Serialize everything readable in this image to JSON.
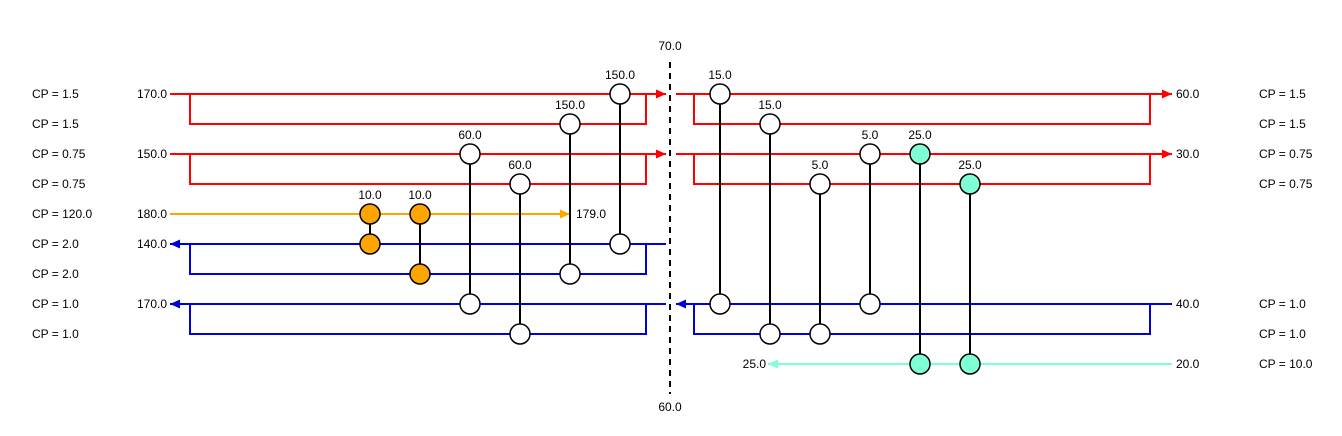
{
  "colors": {
    "hot": "#ff0000",
    "cold": "#0000dd",
    "utility_hot": "#ffa500",
    "utility_cold": "#7fffd4",
    "exchanger_neutral": "#ffffff",
    "pinch_line": "#000000"
  },
  "pinch": {
    "top_label": "70.0",
    "bottom_label": "60.0"
  },
  "left_cp_labels": [
    "CP = 1.5",
    "CP = 1.5",
    "CP = 0.75",
    "CP = 0.75",
    "CP = 120.0",
    "CP = 2.0",
    "CP = 2.0",
    "CP = 1.0",
    "CP = 1.0",
    ""
  ],
  "right_cp_labels": [
    "CP = 1.5",
    "CP = 1.5",
    "CP = 0.75",
    "CP = 0.75",
    "",
    "",
    "",
    "CP = 1.0",
    "CP = 1.0",
    "CP = 10.0"
  ],
  "streams": [
    {
      "kind": "hot",
      "side": "left",
      "in_label": "170.0",
      "rows": [
        0,
        1
      ]
    },
    {
      "kind": "hot",
      "side": "left",
      "in_label": "150.0",
      "rows": [
        2,
        3
      ]
    },
    {
      "kind": "utility_hot",
      "side": "left",
      "in_label": "180.0",
      "out_label": "179.0",
      "rows": [
        4
      ]
    },
    {
      "kind": "cold",
      "side": "left",
      "out_label": "140.0",
      "rows": [
        5,
        6
      ]
    },
    {
      "kind": "cold",
      "side": "left",
      "out_label": "170.0",
      "rows": [
        7,
        8
      ]
    },
    {
      "kind": "hot",
      "side": "right",
      "out_label": "60.0",
      "rows": [
        0,
        1
      ]
    },
    {
      "kind": "hot",
      "side": "right",
      "out_label": "30.0",
      "rows": [
        2,
        3
      ]
    },
    {
      "kind": "cold",
      "side": "right",
      "in_label": "40.0",
      "rows": [
        7,
        8
      ]
    },
    {
      "kind": "utility_cold",
      "side": "right",
      "in_label": "20.0",
      "out_label": "25.0",
      "rows": [
        9
      ]
    }
  ],
  "exchangers": [
    {
      "duty_label": "150.0",
      "rows": [
        0,
        5
      ],
      "fill": "exchanger_neutral"
    },
    {
      "duty_label": "150.0",
      "rows": [
        1,
        6
      ],
      "fill": "exchanger_neutral"
    },
    {
      "duty_label": "60.0",
      "rows": [
        2,
        7
      ],
      "fill": "exchanger_neutral"
    },
    {
      "duty_label": "60.0",
      "rows": [
        3,
        8
      ],
      "fill": "exchanger_neutral"
    },
    {
      "duty_label": "10.0",
      "rows": [
        4,
        6
      ],
      "fill": "utility_hot"
    },
    {
      "duty_label": "10.0",
      "rows": [
        4,
        5
      ],
      "fill": "utility_hot"
    },
    {
      "duty_label": "15.0",
      "rows": [
        0,
        7
      ],
      "fill": "exchanger_neutral"
    },
    {
      "duty_label": "15.0",
      "rows": [
        1,
        8
      ],
      "fill": "exchanger_neutral"
    },
    {
      "duty_label": "5.0",
      "rows": [
        3,
        8
      ],
      "fill": "exchanger_neutral"
    },
    {
      "duty_label": "5.0",
      "rows": [
        2,
        7
      ],
      "fill": "exchanger_neutral"
    },
    {
      "duty_label": "25.0",
      "rows": [
        2,
        9
      ],
      "fill": "utility_cold"
    },
    {
      "duty_label": "25.0",
      "rows": [
        3,
        9
      ],
      "fill": "utility_cold"
    }
  ]
}
